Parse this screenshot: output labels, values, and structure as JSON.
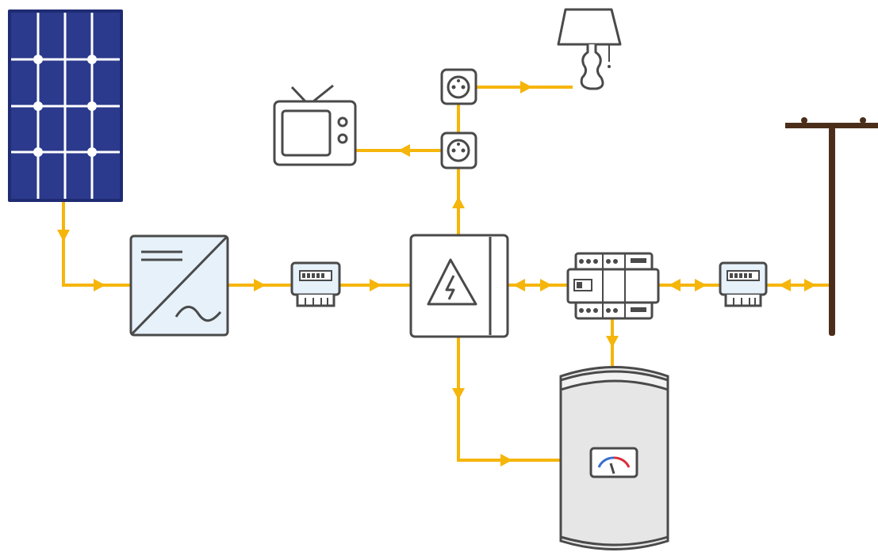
{
  "diagram": {
    "background": "#ffffff",
    "colors": {
      "wire": "#F5B50A",
      "outline": "#4a4a4a",
      "panel_cell": "#2B3A8C",
      "panel_frame": "#1F2B73",
      "inverter_fill": "#E6F1FA",
      "meter_fill": "#E6F1FA",
      "tank_fill": "#E6E6E6",
      "pole": "#4A2E1A"
    },
    "components": [
      {
        "id": "solar-panel",
        "icon": "solar-panel-icon"
      },
      {
        "id": "inverter",
        "icon": "inverter-icon",
        "symbols": [
          "DC",
          "AC"
        ]
      },
      {
        "id": "production-meter",
        "icon": "meter-icon"
      },
      {
        "id": "distribution-board",
        "icon": "high-voltage-icon"
      },
      {
        "id": "breaker-panel",
        "icon": "circuit-breaker-icon"
      },
      {
        "id": "grid-meter",
        "icon": "meter-icon"
      },
      {
        "id": "utility-pole",
        "icon": "utility-pole-icon"
      },
      {
        "id": "water-heater",
        "icon": "water-heater-icon",
        "gauge": "temperature-gauge-icon"
      },
      {
        "id": "outlet-tv",
        "icon": "power-outlet-icon"
      },
      {
        "id": "outlet-lamp",
        "icon": "power-outlet-icon"
      },
      {
        "id": "television",
        "icon": "tv-icon"
      },
      {
        "id": "lamp",
        "icon": "lamp-icon"
      }
    ],
    "flows": [
      {
        "from": "solar-panel",
        "to": "inverter",
        "direction": "one-way"
      },
      {
        "from": "inverter",
        "to": "production-meter",
        "direction": "one-way"
      },
      {
        "from": "production-meter",
        "to": "distribution-board",
        "direction": "one-way"
      },
      {
        "from": "distribution-board",
        "to": "breaker-panel",
        "direction": "two-way"
      },
      {
        "from": "breaker-panel",
        "to": "grid-meter",
        "direction": "two-way"
      },
      {
        "from": "grid-meter",
        "to": "utility-pole",
        "direction": "two-way"
      },
      {
        "from": "breaker-panel",
        "to": "water-heater",
        "direction": "one-way"
      },
      {
        "from": "distribution-board",
        "to": "water-heater",
        "direction": "one-way"
      },
      {
        "from": "distribution-board",
        "to": "outlet-tv",
        "direction": "one-way"
      },
      {
        "from": "outlet-tv",
        "to": "television",
        "direction": "one-way"
      },
      {
        "from": "outlet-tv",
        "to": "outlet-lamp",
        "direction": "one-way"
      },
      {
        "from": "outlet-lamp",
        "to": "lamp",
        "direction": "one-way"
      }
    ]
  }
}
